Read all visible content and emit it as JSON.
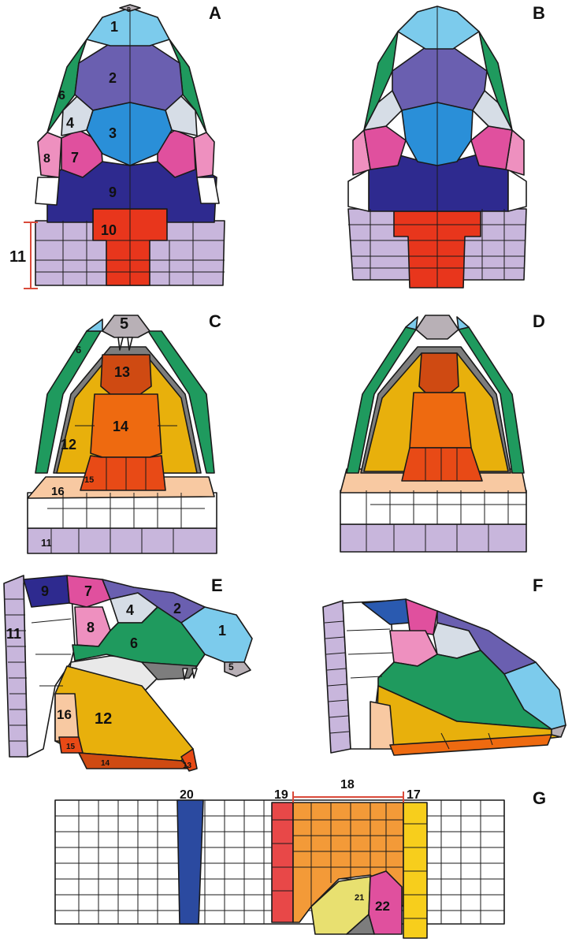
{
  "colors": {
    "c1": "#7ccbec",
    "c2": "#6a5fb0",
    "c3": "#2a8fd8",
    "c4": "#d6dde6",
    "c5": "#b8b0b6",
    "c6": "#1f9a5e",
    "c7": "#e0509e",
    "c8": "#ee90bf",
    "c9": "#2e2a8f",
    "c10": "#e8361c",
    "c11": "#c8b6dc",
    "c12": "#e8b00c",
    "c13": "#cf4a12",
    "c14": "#ee6a10",
    "c15": "#e84a16",
    "c16": "#f8c9a2",
    "c17": "#f7ce1c",
    "c18": "#f39a38",
    "c19": "#e84848",
    "c20": "#2b4aa0",
    "c21": "#e8e070",
    "c22": "#e0509e",
    "palate_gray": "#7d7d7d",
    "scale_bar": "#d94a3a"
  },
  "panels": {
    "a": "A",
    "b": "B",
    "c": "C",
    "d": "D",
    "e": "E",
    "f": "F",
    "g": "G"
  },
  "labels": {
    "a": {
      "n1": "1",
      "n2": "2",
      "n3": "3",
      "n4": "4",
      "n5": "5",
      "n6": "6",
      "n7": "7",
      "n8": "8",
      "n9": "9",
      "n10": "10",
      "n11": "11"
    },
    "c": {
      "n5": "5",
      "n6": "6",
      "n12": "12",
      "n13": "13",
      "n14": "14",
      "n15": "15",
      "n16": "16",
      "n11": "11"
    },
    "e": {
      "n9": "9",
      "n7": "7",
      "n4": "4",
      "n2": "2",
      "n1": "1",
      "n11": "11",
      "n8": "8",
      "n6": "6",
      "n5": "5",
      "n16": "16",
      "n12": "12",
      "n15": "15",
      "n14": "14",
      "n13": "13"
    },
    "g": {
      "n20": "20",
      "n19": "19",
      "n18": "18",
      "n17": "17",
      "n21": "21",
      "n22": "22"
    }
  }
}
